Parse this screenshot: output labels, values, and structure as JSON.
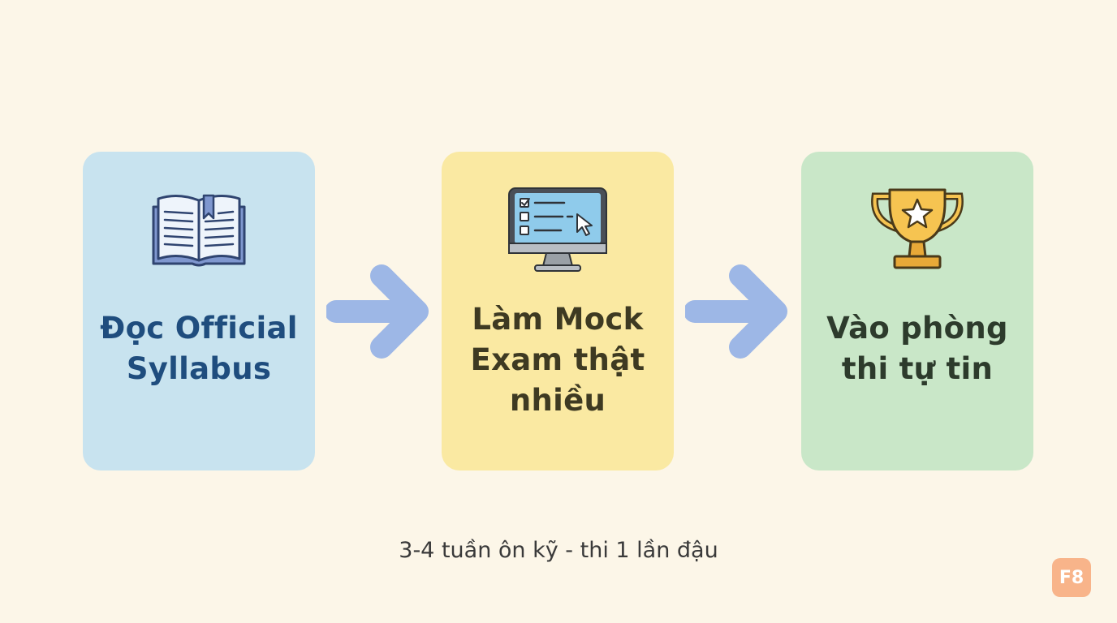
{
  "steps": [
    {
      "label": "Đọc Official\nSyllabus",
      "icon": "open-book-icon",
      "color": "#c8e3ef"
    },
    {
      "label": "Làm Mock\nExam thật\nnhiều",
      "icon": "computer-checklist-icon",
      "color": "#fae9a2"
    },
    {
      "label": "Vào phòng\nthi tự tin",
      "icon": "trophy-icon",
      "color": "#c9e7c8"
    }
  ],
  "arrow_color": "#9db7e6",
  "footer": {
    "caption": "3-4 tuần ôn kỹ - thi 1 lần đậu"
  },
  "logo": {
    "text": "F8",
    "color": "#f8b48a"
  }
}
